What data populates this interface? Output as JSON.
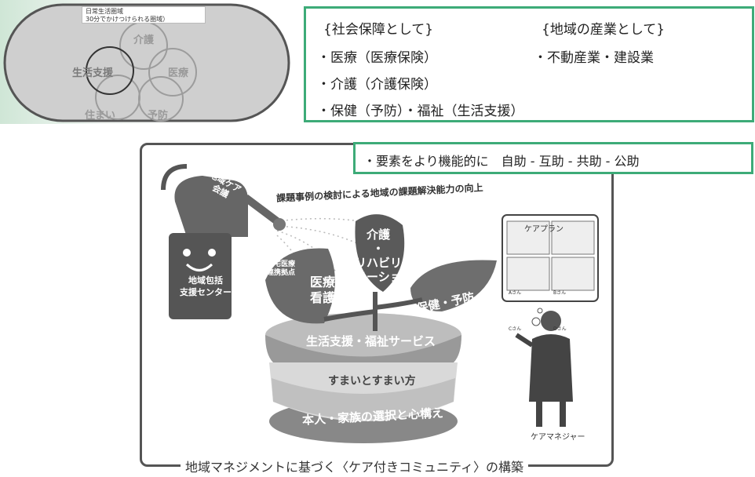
{
  "venn": {
    "title_line1": "日常生活圏域",
    "title_line2": "30分でかけつけられる圏域）",
    "circles": [
      "介護",
      "医療",
      "予防",
      "住まい",
      "生活支援"
    ]
  },
  "social_list": {
    "heading_social": "{社会保障として}",
    "heading_industry": "{地域の産業として}",
    "item1": "・医療（医療保険）",
    "item2": "・介護（介護保険）",
    "item3": "・保健（予防）・福祉（生活支援）",
    "industry_item1": "・不動産業・建設業"
  },
  "elements_box": {
    "text": "・要素をより機能的に　自助 - 互助 - 共助 - 公助"
  },
  "figure": {
    "arc_text": "課題事例の検討による地域の課題解決能力の向上",
    "watering_can": "地域ケア\n会議",
    "center_label_1": "地域包括",
    "center_label_2": "支援センター",
    "leaf_medical_small_1": "在宅医療",
    "leaf_medical_small_2": "連携拠点",
    "leaf_medical_1": "医療",
    "leaf_medical_2": "看護",
    "leaf_care_1": "介護",
    "leaf_care_dot": "・",
    "leaf_care_2": "リハビリ",
    "leaf_care_3": "テーション",
    "leaf_prevention": "保健・予防",
    "pot_band": "生活支援・福祉サービス",
    "pot_body": "すまいとすまい方",
    "pot_base": "本人・家族の選択と心構え",
    "careplan_title": "ケアプラン",
    "careplan_names": [
      "Aさん",
      "Bさん",
      "Cさん",
      "Dさん"
    ],
    "care_manager": "ケアマネジャー",
    "bottom_title": "地域マネジメントに基づく〈ケア付きコミュニティ〉の構築"
  },
  "colors": {
    "accent_green": "#3dab78",
    "frame_gray": "#555555"
  }
}
